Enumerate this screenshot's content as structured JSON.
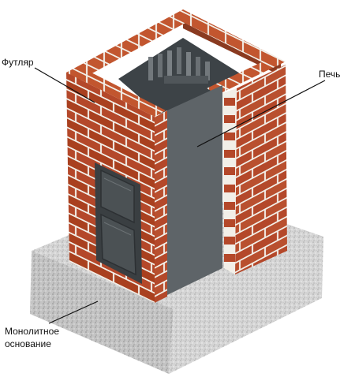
{
  "labels": {
    "case": "Футляр",
    "stove": "Печь",
    "foundation_line1": "Монолитное",
    "foundation_line2": "основание"
  },
  "colors": {
    "brick": "#b4482a",
    "brick_dark": "#8e3319",
    "mortar": "#f2efe8",
    "stove_metal": "#5d6266",
    "stove_dark": "#3e4245",
    "concrete": "#d8d8d8",
    "leader_line": "#111111"
  }
}
